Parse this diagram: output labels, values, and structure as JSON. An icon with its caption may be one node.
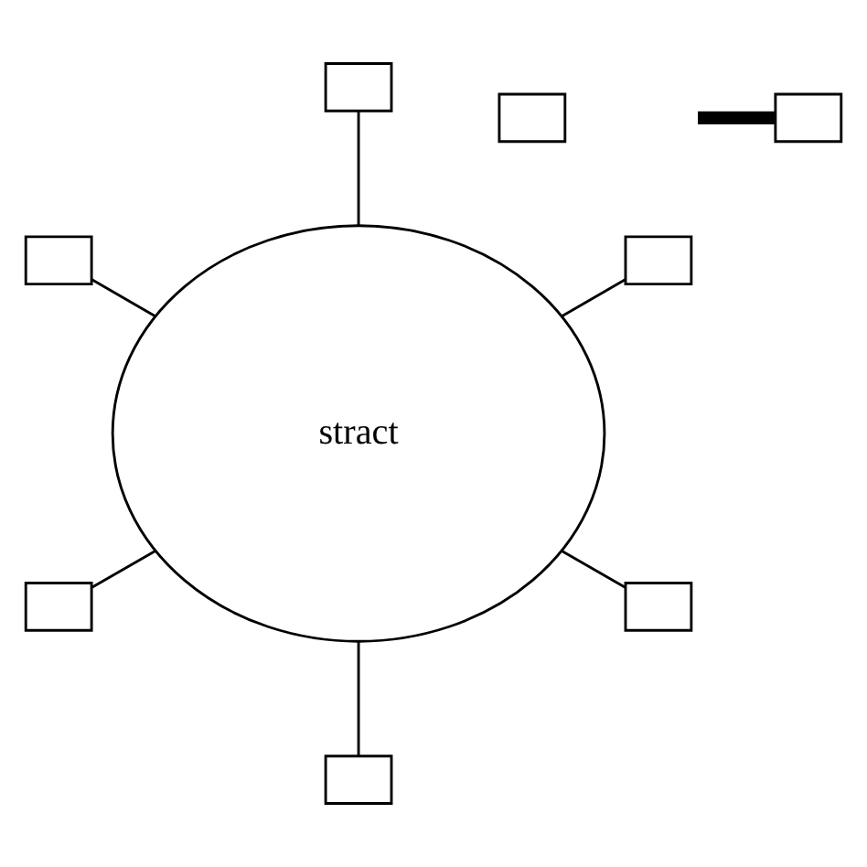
{
  "diagram": {
    "nodes": [
      {
        "text": [
          "stract"
        ]
      },
      {
        "text": [],
        "shape": "box"
      },
      {
        "text": [],
        "shape": "box"
      },
      {
        "text": [],
        "shape": "box"
      },
      {
        "text": [],
        "shape": "box"
      },
      {
        "text": [],
        "shape": "box"
      },
      {
        "text": [],
        "shape": "box"
      },
      {
        "text": [],
        "shape": "box"
      },
      {
        "text": [],
        "shape": "box"
      }
    ],
    "edges": [
      {
        "from": 0,
        "to": 2,
        "arrow": "none"
      },
      {
        "from": 0,
        "to": 3,
        "arrow": "none"
      },
      {
        "from": 0,
        "to": 5,
        "arrow": "none"
      },
      {
        "from": 0,
        "to": 6,
        "arrow": "none"
      },
      {
        "from": 0,
        "to": 7,
        "arrow": "none"
      },
      {
        "from": 0,
        "to": 8,
        "arrow": "none"
      },
      {
        "from": 4,
        "to": null,
        "arrow": "none",
        "style": "thick"
      }
    ]
  }
}
